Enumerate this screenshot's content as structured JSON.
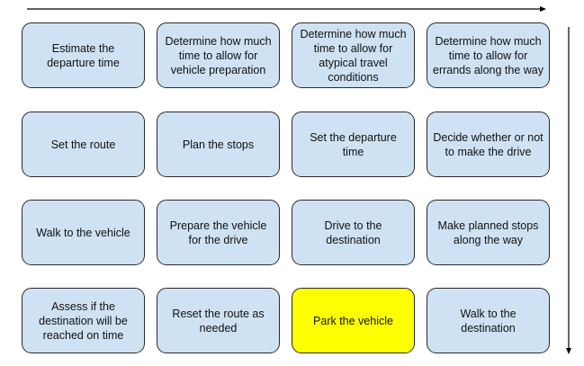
{
  "colors": {
    "box_fill": "#cfe2f3",
    "highlight_fill": "#ffff00",
    "stroke": "#2a2a2a"
  },
  "steps": [
    {
      "label": "Estimate the departure time"
    },
    {
      "label": "Determine how much time to allow for vehicle preparation"
    },
    {
      "label": "Determine how much time to allow for atypical travel conditions"
    },
    {
      "label": "Determine how much time to allow for errands along the way"
    },
    {
      "label": "Set the route"
    },
    {
      "label": "Plan the stops"
    },
    {
      "label": "Set the departure time"
    },
    {
      "label": "Decide whether or not to make the drive"
    },
    {
      "label": "Walk to the vehicle"
    },
    {
      "label": "Prepare the vehicle for the drive"
    },
    {
      "label": "Drive to the destination"
    },
    {
      "label": "Make planned stops along the way"
    },
    {
      "label": "Assess if the destination will be reached on time"
    },
    {
      "label": "Reset the route as needed"
    },
    {
      "label": "Park the vehicle",
      "highlighted": true
    },
    {
      "label": "Walk to the destination"
    }
  ]
}
